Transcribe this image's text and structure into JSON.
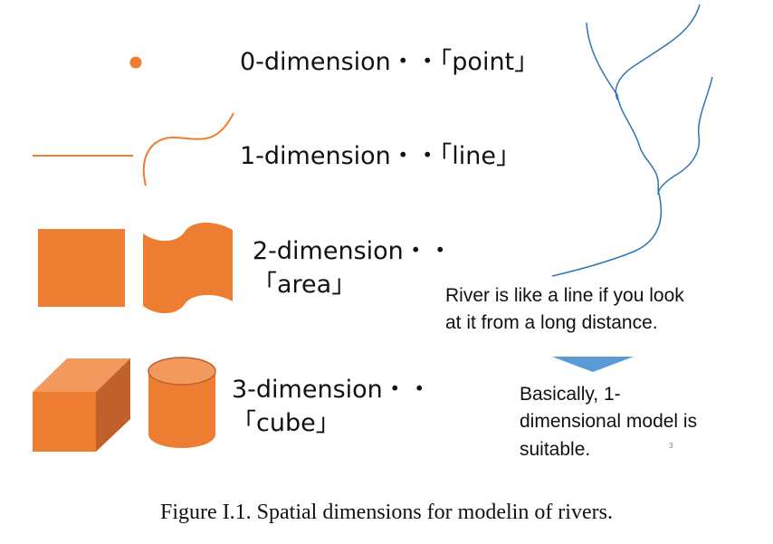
{
  "dimensions": [
    {
      "id": "0d",
      "label": "0-dimension・・「point」"
    },
    {
      "id": "1d",
      "label": "1-dimension・・「line」"
    },
    {
      "id": "2d",
      "label_line1": "2-dimension・・",
      "label_line2": "「area」"
    },
    {
      "id": "3d",
      "label_line1": "3-dimension・・",
      "label_line2": "「cube」"
    }
  ],
  "notes": {
    "river_line1": "River is like a line if you look",
    "river_line2": "at it from a long distance.",
    "model_line1": "Basically, 1-",
    "model_line2": "dimensional model is",
    "model_line3": "suitable."
  },
  "page_number": "3",
  "caption": "Figure I.1. Spatial dimensions for modelin of rivers.",
  "colors": {
    "shape_fill": "#ED7D31",
    "shape_dark": "#C0602A",
    "shape_light": "#F29A5E",
    "river_line": "#2E75B6",
    "arrow": "#5B9BD5"
  }
}
